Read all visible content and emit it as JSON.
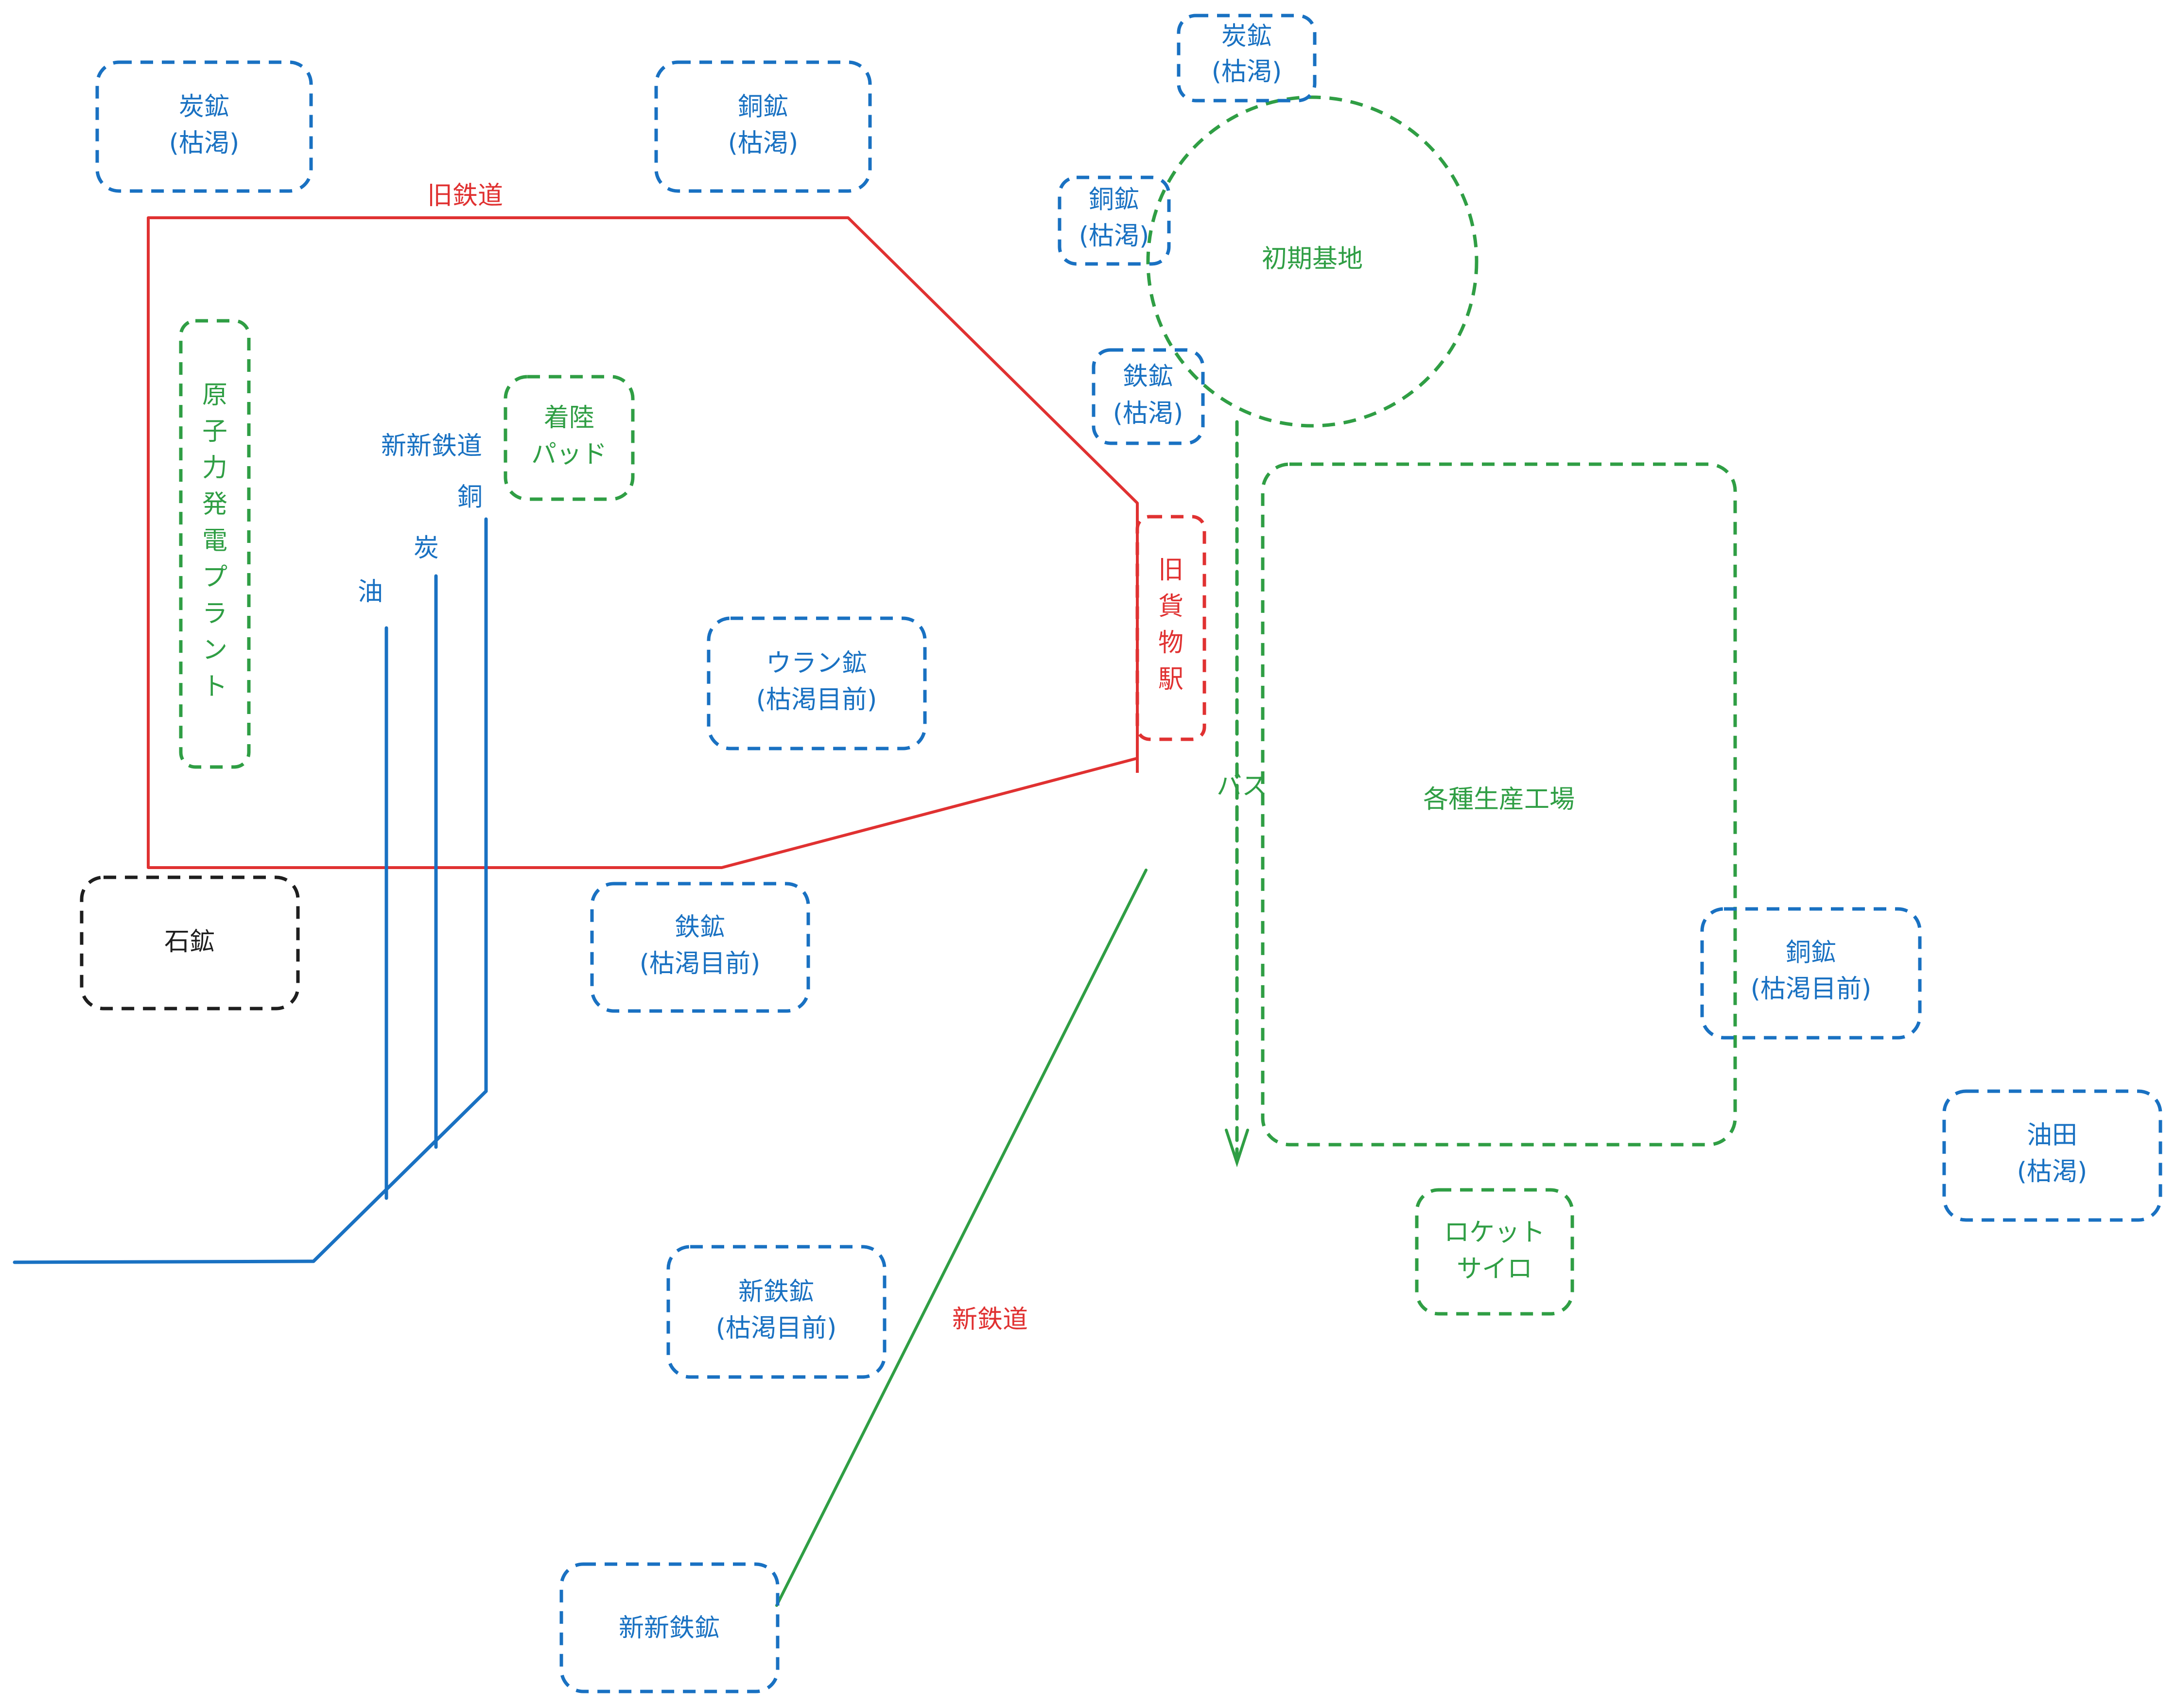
{
  "colors": {
    "blue": "#1971c2",
    "green": "#2f9e44",
    "red": "#e03131",
    "black": "#1e1e1e"
  },
  "labels": {
    "old_railway": "旧鉄道",
    "new_railway": "新鉄道",
    "new_new_railway": "新新鉄道",
    "bus": "バス",
    "branch_oil": "油",
    "branch_coal": "炭",
    "branch_copper": "銅"
  },
  "nodes": {
    "coal_mine_top_left": [
      "炭鉱",
      "(枯渇)"
    ],
    "copper_mine_top": [
      "銅鉱",
      "(枯渇)"
    ],
    "coal_mine_top_right": [
      "炭鉱",
      "(枯渇)"
    ],
    "copper_mine_right": [
      "銅鉱",
      "(枯渇)"
    ],
    "iron_mine_right": [
      "鉄鉱",
      "(枯渇)"
    ],
    "initial_base": [
      "初期基地"
    ],
    "nuclear_plant": [
      "原",
      "子",
      "力",
      "発",
      "電",
      "プ",
      "ラ",
      "ン",
      "ト"
    ],
    "landing_pad": [
      "着陸",
      "パッド"
    ],
    "uranium_mine": [
      "ウラン鉱",
      "(枯渇目前)"
    ],
    "old_freight_station": [
      "旧",
      "貨",
      "物",
      "駅"
    ],
    "factories": [
      "各種生産工場"
    ],
    "stone_mine": [
      "石鉱"
    ],
    "iron_mine_center": [
      "鉄鉱",
      "(枯渇目前)"
    ],
    "copper_mine_far_right": [
      "銅鉱",
      "(枯渇目前)"
    ],
    "oil_field": [
      "油田",
      "(枯渇)"
    ],
    "rocket_silo": [
      "ロケット",
      "サイロ"
    ],
    "new_iron_mine": [
      "新鉄鉱",
      "(枯渇目前)"
    ],
    "new_new_iron_mine": [
      "新新鉄鉱"
    ]
  }
}
